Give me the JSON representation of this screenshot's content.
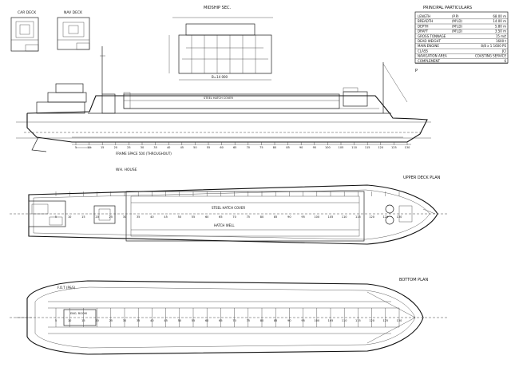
{
  "title_block": {
    "heading": "PRINCIPAL PARTICULARS",
    "rows": [
      {
        "label": "LENGTH",
        "unit": "(P.P)",
        "value": "68.00 m"
      },
      {
        "label": "BREADTH",
        "unit": "(M'LD)",
        "value": "14.00 m"
      },
      {
        "label": "DEPTH",
        "unit": "(M'LD)",
        "value": "5.80 m"
      },
      {
        "label": "DRAFT",
        "unit": "(M'LD)",
        "value": "3.50 m"
      },
      {
        "label": "GROSS TONNAGE",
        "unit": "",
        "value": "15 m/t"
      },
      {
        "label": "DEAD WEIGHT",
        "unit": "",
        "value": "1600 t"
      },
      {
        "label": "MAIN ENGINE",
        "unit": "",
        "value": "8/8 x 1  1600 PS"
      },
      {
        "label": "CLASS",
        "unit": "",
        "value": "JCI"
      },
      {
        "label": "NAVIGATION AREA",
        "unit": "",
        "value": "COASTING SERVICE"
      },
      {
        "label": "COMPLEMENT",
        "unit": "",
        "value": "6"
      }
    ]
  },
  "views": {
    "car_deck": "CAR DECK",
    "nav_deck": "NAV DECK",
    "midship": "MIDSHIP SEC.",
    "frame_space": "FRAME SPACE 500 (THROUGHOUT)",
    "wh_house": "WH. HOUSE",
    "upper_deck": "UPPER DECK PLAN",
    "bottom": "BOTTOM PLAN",
    "hatch_cover": "STEEL HATCH COVER",
    "hatch_well": "HATCH WELL",
    "breadth_mark": "B=14 000",
    "fo_tank": "F.O.T (P&S)",
    "eng_room": "ENG. ROOM"
  },
  "frame_numbers": [
    "5",
    "10",
    "15",
    "20",
    "25",
    "30",
    "35",
    "40",
    "45",
    "50",
    "55",
    "60",
    "65",
    "70",
    "75",
    "80",
    "85",
    "90",
    "95",
    "100",
    "105",
    "110",
    "115",
    "120",
    "125",
    "130"
  ]
}
